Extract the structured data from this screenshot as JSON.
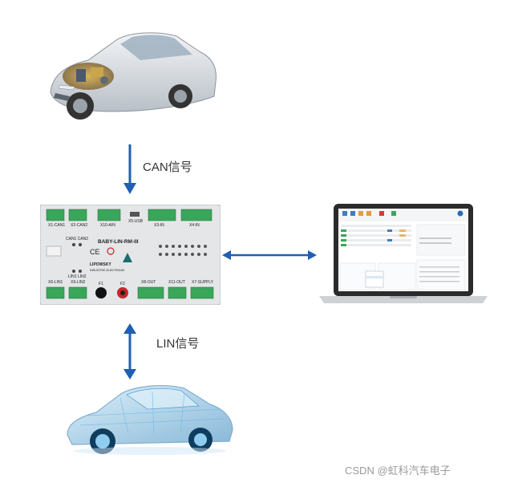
{
  "labels": {
    "can_signal": "CAN信号",
    "lin_signal": "LIN信号"
  },
  "device": {
    "model": "BABY-LIN-RM-III",
    "brand": "LIPOWSKY",
    "brand_sub": "INDUSTRIE-ELEKTRONIK",
    "ports": {
      "x1": "X1-CAN1",
      "x2": "X2-CAN2",
      "x10": "X10-AIN",
      "usb": "X5-USB",
      "x3": "X3-IN",
      "x4": "X4-IN",
      "x6": "X6-LIN1",
      "x9": "X9-LIN2",
      "x8": "X8-OUT",
      "x11": "X11-OUT",
      "x7": "X7-SUPPLY",
      "f1": "F1",
      "f2": "F2",
      "can_leds": "CAN1 CAN2",
      "lin_leds": "LIN1 LIN2"
    }
  },
  "colors": {
    "arrow": "#1f5fb4",
    "terminal": "#3aa65a",
    "device_body": "#e4e6e8",
    "laptop_frame": "#2b2b2b"
  },
  "watermark": "CSDN @虹科汽车电子"
}
